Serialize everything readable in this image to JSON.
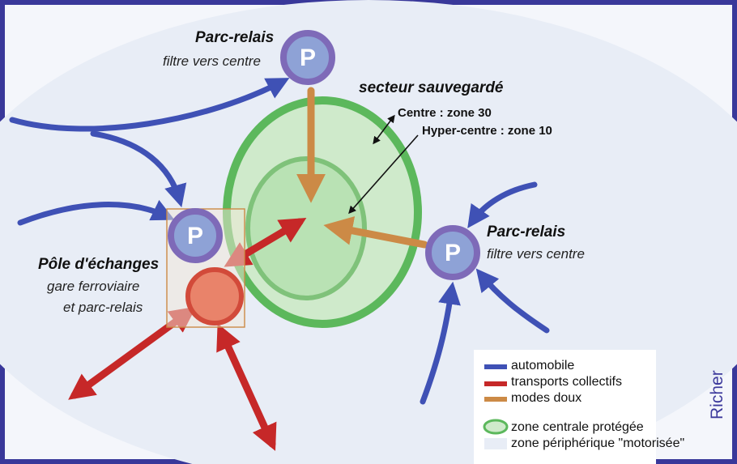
{
  "diagram": {
    "park_top": {
      "title": "Parc-relais",
      "subtitle": "filtre vers centre",
      "icon_letter": "P"
    },
    "park_right": {
      "title": "Parc-relais",
      "subtitle": "filtre vers centre",
      "icon_letter": "P"
    },
    "hub": {
      "title": "Pôle d'échanges",
      "line1": "gare ferroviaire",
      "line2": "et parc-relais",
      "icon_letter": "P"
    },
    "sector": {
      "title": "secteur sauvegardé",
      "centre_zone": "Centre : zone 30",
      "hyper_zone": "Hyper-centre : zone 10"
    }
  },
  "legend": {
    "items": [
      {
        "label": "automobile",
        "color": "#3f51b5"
      },
      {
        "label": "transports collectifs",
        "color": "#c62828"
      },
      {
        "label": "modes doux",
        "color": "#cc8a46"
      },
      {
        "label": "zone centrale protégée",
        "color": "#5cb85c"
      },
      {
        "label": "zone périphérique \"motorisée\"",
        "color": "#e8edf6"
      }
    ]
  },
  "credit": "Richer",
  "colors": {
    "frame": "#39389a",
    "background": "#e8edf6",
    "protected_zone": "#5cb85c",
    "car": "#3f51b5",
    "transit": "#c62828",
    "soft": "#cc8a46",
    "parking": "#7e6ab8"
  }
}
